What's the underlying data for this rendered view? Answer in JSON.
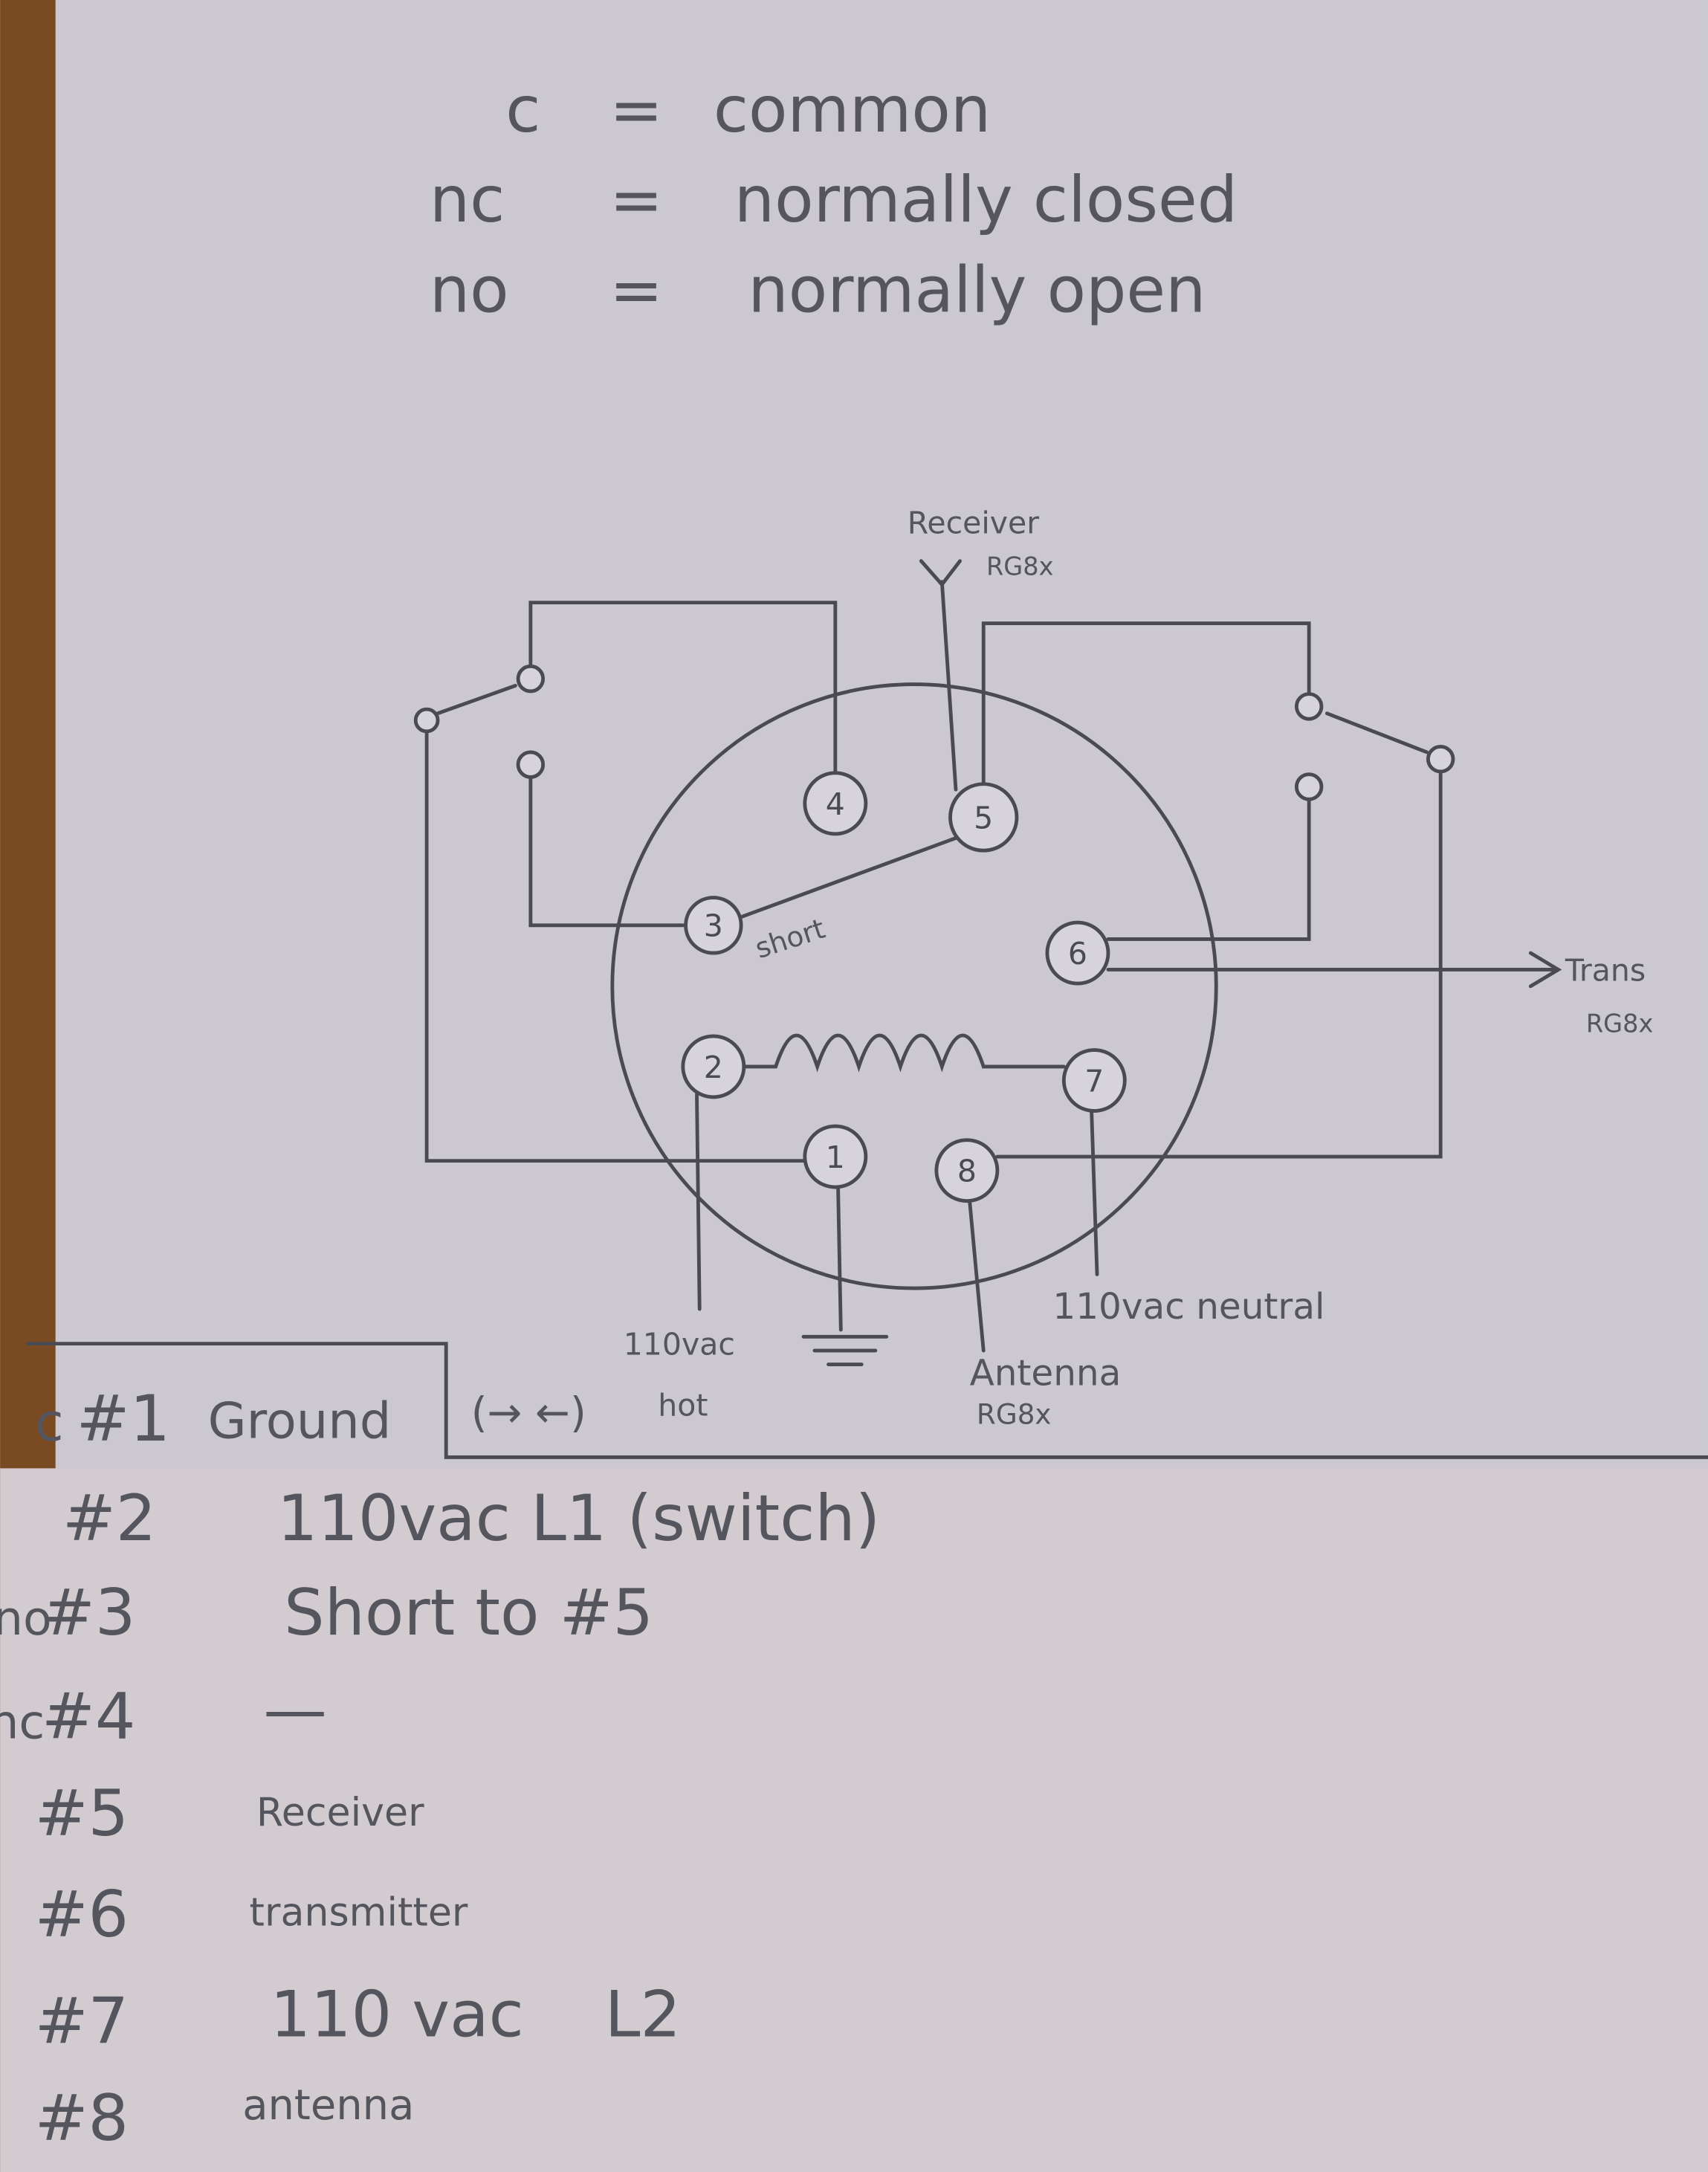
{
  "legend": [
    {
      "abbr": "c",
      "sep": "=",
      "meaning": "common"
    },
    {
      "abbr": "nc",
      "sep": "=",
      "meaning": "normally closed"
    },
    {
      "abbr": "no",
      "sep": "=",
      "meaning": "normally open"
    }
  ],
  "diagram": {
    "pins": [
      "1",
      "2",
      "3",
      "4",
      "5",
      "6",
      "7",
      "8"
    ],
    "labels": {
      "receiver": "Receiver",
      "receiver_cable": "RG8x",
      "transmitter": "Trans",
      "transmitter_cable": "RG8x",
      "short": "short",
      "hot_voltage": "110vac",
      "hot": "hot",
      "neutral": "110vac neutral",
      "antenna": "Antenna",
      "antenna_cable": "RG8x"
    }
  },
  "pin_table": [
    {
      "prefix": "c",
      "pin": "#1",
      "desc": "Ground",
      "note": "(→ ←)"
    },
    {
      "prefix": "",
      "pin": "#2",
      "desc": "110vac  L1 (switch)",
      "note": ""
    },
    {
      "prefix": "no",
      "pin": "#3",
      "desc": "Short to #5",
      "note": ""
    },
    {
      "prefix": "nc",
      "pin": "#4",
      "desc": "—",
      "note": ""
    },
    {
      "prefix": "",
      "pin": "#5",
      "desc": "Receiver",
      "note": ""
    },
    {
      "prefix": "",
      "pin": "#6",
      "desc": "transmitter",
      "note": ""
    },
    {
      "prefix": "",
      "pin": "#7",
      "desc": "110 vac    L2",
      "note": ""
    },
    {
      "prefix": "",
      "pin": "#8",
      "desc": "antenna",
      "note": ""
    }
  ],
  "colors": {
    "paper": "#c9c6cf",
    "pencil": "#4a4a52",
    "wood": "#8a5a2a"
  }
}
